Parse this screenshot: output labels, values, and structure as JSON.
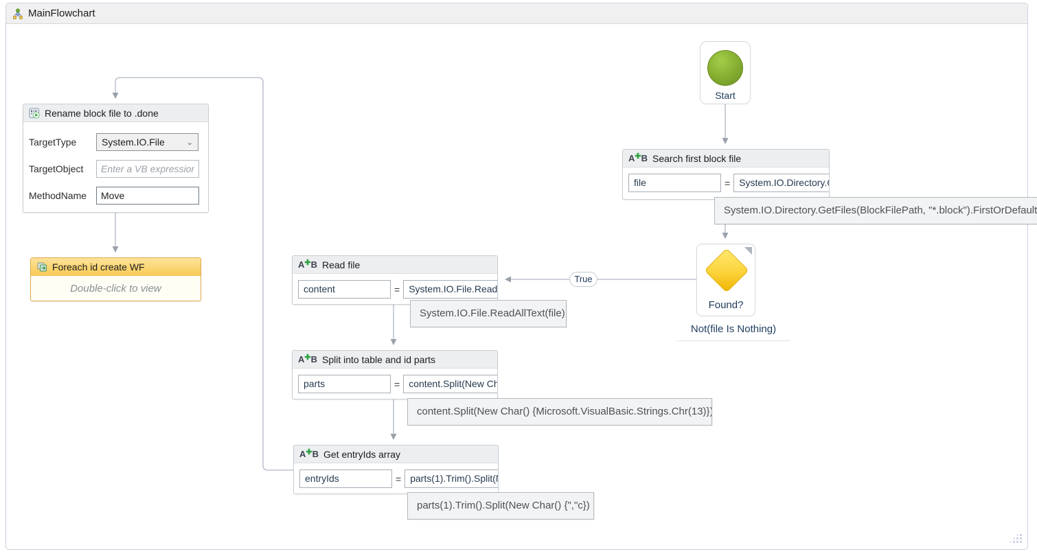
{
  "window": {
    "title": "MainFlowchart"
  },
  "ui": {
    "equals": "="
  },
  "flow": {
    "start": {
      "label": "Start"
    },
    "search": {
      "title": "Search first block file",
      "var": "file",
      "expr": "System.IO.Directory.GetFiles(BlockFilePath, \"*.block\").FirstOrDefault()",
      "tooltip": "System.IO.Directory.GetFiles(BlockFilePath, \"*.block\").FirstOrDefault()"
    },
    "decision": {
      "title": "Found?",
      "annotation": "Not(file Is Nothing)",
      "branch_true": "True"
    },
    "read_file": {
      "title": "Read file",
      "var": "content",
      "expr": "System.IO.File.ReadAllText(file)",
      "tooltip": "System.IO.File.ReadAllText(file)"
    },
    "split": {
      "title": "Split into table and id parts",
      "var": "parts",
      "expr": "content.Split(New Char() {Microsoft.VisualBasic.Strings.Chr(13)})",
      "tooltip": "content.Split(New Char() {Microsoft.VisualBasic.Strings.Chr(13)})"
    },
    "entry_ids": {
      "title": "Get entryIds array",
      "var": "entryIds",
      "expr": "parts(1).Trim().Split(New Char() {\",\"c})",
      "tooltip": "parts(1).Trim().Split(New Char() {\",\"c})"
    },
    "rename": {
      "title": "Rename block file to .done",
      "fields": [
        {
          "label": "TargetType",
          "value": "System.IO.File"
        },
        {
          "label": "TargetObject",
          "placeholder": "Enter a VB expression"
        },
        {
          "label": "MethodName",
          "value": "Move"
        }
      ]
    },
    "foreach": {
      "title": "Foreach id create WF",
      "body": "Double-click to view"
    }
  },
  "colors": {
    "assign_header": "#eceef0",
    "foreach_header": "#f9cb55",
    "start_green": "#84ac2f",
    "diamond_yellow": "#fcd33b",
    "wire": "#bdc3cd",
    "arrow": "#9aa1ab"
  }
}
